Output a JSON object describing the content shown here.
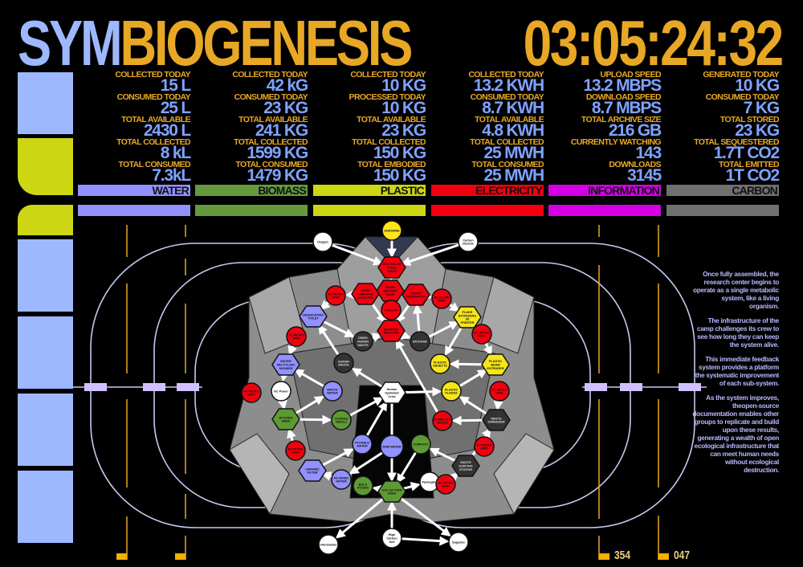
{
  "header": {
    "title_part1": "SYM",
    "title_part2": "BIOGENESIS",
    "clock": "03:05:24:32"
  },
  "colors": {
    "water": "#9191ff",
    "biomass": "#649a3c",
    "plastic": "#cdd613",
    "electricity": "#f2000f",
    "information": "#d400e6",
    "carbon": "#707070",
    "label": "#e8a825",
    "value": "#7fa2ff"
  },
  "categories": [
    {
      "name": "WATER",
      "stats": [
        {
          "label": "COLLECTED TODAY",
          "value": "15 L"
        },
        {
          "label": "CONSUMED TODAY",
          "value": "25 L"
        },
        {
          "label": "TOTAL AVAILABLE",
          "value": "2430 L"
        },
        {
          "label": "TOTAL COLLECTED",
          "value": "8 kL"
        },
        {
          "label": "TOTAL CONSUMED",
          "value": "7.3kL"
        }
      ]
    },
    {
      "name": "BIOMASS",
      "stats": [
        {
          "label": "COLLECTED TODAY",
          "value": "42 kG"
        },
        {
          "label": "CONSUMED TODAY",
          "value": "23 KG"
        },
        {
          "label": "TOTAL AVAILABLE",
          "value": "241 KG"
        },
        {
          "label": "TOTAL COLLECTED",
          "value": "1599 KG"
        },
        {
          "label": "TOTAL CONSUMED",
          "value": "1479 KG"
        }
      ]
    },
    {
      "name": "PLASTIC",
      "stats": [
        {
          "label": "COLLECTED TODAY",
          "value": "10 KG"
        },
        {
          "label": "PROCESSED TODAY",
          "value": "10 KG"
        },
        {
          "label": "TOTAL AVAILABLE",
          "value": "23 KG"
        },
        {
          "label": "TOTAL COLLECTED",
          "value": "150 KG"
        },
        {
          "label": "TOTAL EMBODIED",
          "value": "150 KG"
        }
      ]
    },
    {
      "name": "ELECTRICITY",
      "stats": [
        {
          "label": "COLLECTED TODAY",
          "value": "13.2 KWH"
        },
        {
          "label": "CONSUMED TODAY",
          "value": "8.7 KWH"
        },
        {
          "label": "TOTAL AVAILABLE",
          "value": "4.8 KWH"
        },
        {
          "label": "TOTAL COLLECTED",
          "value": "25 MWH"
        },
        {
          "label": "TOTAL CONSUMED",
          "value": "25 MWH"
        }
      ]
    },
    {
      "name": "INFORMATION",
      "stats": [
        {
          "label": "UPLOAD SPEED",
          "value": "13.2 MBPS"
        },
        {
          "label": "DOWNLOAD SPEED",
          "value": "8.7 MBPS"
        },
        {
          "label": "TOTAL ARCHIVE SIZE",
          "value": "216 GB"
        },
        {
          "label": "CURRENTLY WATCHING",
          "value": "143"
        },
        {
          "label": "DOWNLOADS",
          "value": "3145"
        }
      ]
    },
    {
      "name": "CARBON",
      "stats": [
        {
          "label": "GENERATED TODAY",
          "value": "10 KG"
        },
        {
          "label": "CONSUMED TODAY",
          "value": "7 KG"
        },
        {
          "label": "TOTAL STORED",
          "value": "23 KG"
        },
        {
          "label": "TOTAL SEQUESTERED",
          "value": "1.7T CO2"
        },
        {
          "label": "TOTAL EMITTED",
          "value": "1T CO2"
        }
      ]
    }
  ],
  "description": [
    "Once fully assembled, the research center begins to operate as a single metabolic system, like a living organism.",
    "The infrastructure of the camp challenges its crew to see how long they can keep the system alive.",
    "This immediate feedback system provides a platform the systematic improvement of each sub-system.",
    "As the system improves, theopen-source documentation enables other groups to replicate and build upon these results, generating a wealth of open ecological infrastructure  that can meet human needs without ecological destruction."
  ],
  "counters": [
    "354",
    "047"
  ],
  "diagram": {
    "nodes": [
      {
        "label": "SUNSHINE",
        "kind": "circle",
        "type": "sun"
      },
      {
        "label": "Oxygen",
        "kind": "circle",
        "type": "white"
      },
      {
        "label": "Carbon Dioxide",
        "kind": "circle",
        "type": "white"
      },
      {
        "label": "5KW SOLAR PANEL ARRAY",
        "kind": "hex",
        "type": "electricity"
      },
      {
        "label": "5KWH BATTERY BANK",
        "kind": "hex",
        "type": "electricity"
      },
      {
        "label": "3000W SINEWAVE INVERTER",
        "kind": "hex",
        "type": "electricity"
      },
      {
        "label": "3000W GENERATOR",
        "kind": "hex",
        "type": "electricity"
      },
      {
        "label": "AC MICRO GRID",
        "kind": "circle",
        "type": "electricity"
      },
      {
        "label": "AC MICRO GRID",
        "kind": "circle",
        "type": "electricity"
      },
      {
        "label": "SYNGAS",
        "kind": "circle",
        "type": "electricity"
      },
      {
        "label": "BIOMASS REACTOR",
        "kind": "hex",
        "type": "electricity"
      },
      {
        "label": "DRIED HUMAN WASTE",
        "kind": "circle",
        "type": "dark"
      },
      {
        "label": "BIOCHAR",
        "kind": "circle",
        "type": "dark"
      },
      {
        "label": "DESSICATING TOILET",
        "kind": "hex",
        "type": "water"
      },
      {
        "label": "AC MICRO GRID",
        "kind": "circle",
        "type": "electricity"
      },
      {
        "label": "WATER RECYCLING SHOWER",
        "kind": "hex",
        "type": "water"
      },
      {
        "label": "HUMAN WASTE",
        "kind": "circle",
        "type": "dark"
      },
      {
        "label": "AC Power",
        "kind": "circle",
        "type": "white"
      },
      {
        "label": "AC MICRO GRID",
        "kind": "circle",
        "type": "electricity"
      },
      {
        "label": "WASTE WATER",
        "kind": "circle",
        "type": "water"
      },
      {
        "label": "Human Symbiont Crew",
        "kind": "hex",
        "type": "white"
      },
      {
        "label": "KITCHEN AREA",
        "kind": "hex",
        "type": "biomass"
      },
      {
        "label": "COOKED MEALS",
        "kind": "circle",
        "type": "biomass"
      },
      {
        "label": "FLAKE EXTRUDING 3D PRINTER",
        "kind": "hex",
        "type": "plastic"
      },
      {
        "label": "AC MICRO GRID",
        "kind": "circle",
        "type": "electricity"
      },
      {
        "label": "PLASTIC OBJECTS",
        "kind": "circle",
        "type": "plastic"
      },
      {
        "label": "PLASTIC BEAM EXTRUDER",
        "kind": "hex",
        "type": "plastic"
      },
      {
        "label": "PLASTIC FLAKES",
        "kind": "circle",
        "type": "plastic"
      },
      {
        "label": "AC MICRO GRID",
        "kind": "circle",
        "type": "electricity"
      },
      {
        "label": "BURNABLE WASTE",
        "kind": "circle",
        "type": "electricity"
      },
      {
        "label": "WASTE SHREDDER",
        "kind": "hex",
        "type": "dark"
      },
      {
        "label": "AC MICRO GRID",
        "kind": "circle",
        "type": "electricity"
      },
      {
        "label": "POTABLE WATER",
        "kind": "circle",
        "type": "water"
      },
      {
        "label": "RAW WATER",
        "kind": "circle",
        "type": "water"
      },
      {
        "label": "COMPOST",
        "kind": "circle",
        "type": "biomass"
      },
      {
        "label": "AC MICRO GRID",
        "kind": "circle",
        "type": "electricity"
      },
      {
        "label": "CERAMIC FILTER",
        "kind": "hex",
        "type": "water"
      },
      {
        "label": "FILTERED WATER",
        "kind": "circle",
        "type": "water"
      },
      {
        "label": "BULK FOODS",
        "kind": "circle",
        "type": "biomass"
      },
      {
        "label": "COLLECTION AREA",
        "kind": "hex",
        "type": "biomass"
      },
      {
        "label": "Packaging",
        "kind": "circle",
        "type": "white"
      },
      {
        "label": "AC MICRO GRID",
        "kind": "circle",
        "type": "electricity"
      },
      {
        "label": "WASTE SORTING STATION",
        "kind": "hex",
        "type": "dark"
      },
      {
        "label": "Information",
        "kind": "circle",
        "type": "white"
      },
      {
        "label": "High Carbon Soil",
        "kind": "circle",
        "type": "white"
      },
      {
        "label": "Supplies",
        "kind": "circle",
        "type": "white"
      }
    ]
  }
}
